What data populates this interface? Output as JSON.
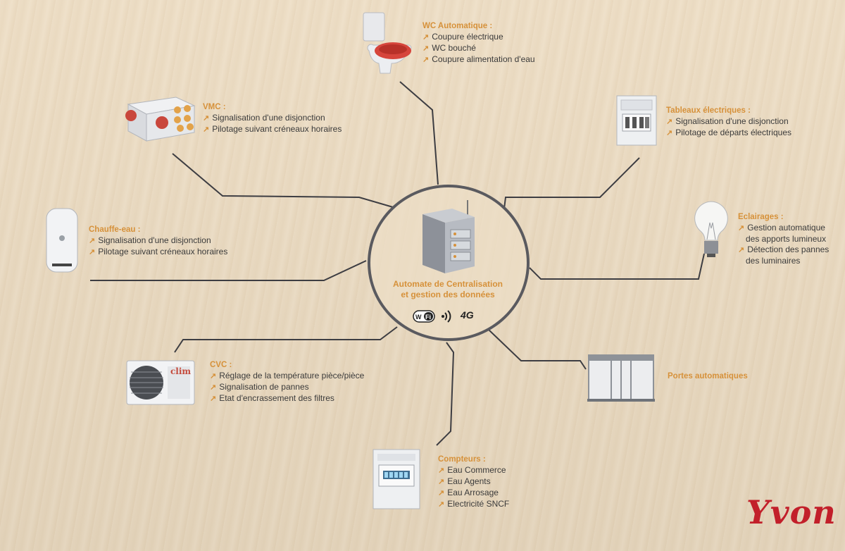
{
  "hub": {
    "title_line1": "Automate de Centralisation",
    "title_line2": "et gestion des données",
    "network_label": "4G"
  },
  "wc": {
    "title": "WC Automatique :",
    "items": [
      "Coupure électrique",
      "WC bouché",
      "Coupure alimentation d'eau"
    ]
  },
  "vmc": {
    "title": "VMC :",
    "items": [
      "Signalisation d'une disjonction",
      "Pilotage suivant créneaux horaires"
    ]
  },
  "tableaux": {
    "title": "Tableaux électriques :",
    "items": [
      "Signalisation d'une disjonction",
      "Pilotage de départs électriques"
    ]
  },
  "chauffe_eau": {
    "title": "Chauffe-eau :",
    "items": [
      "Signalisation d'une disjonction",
      "Pilotage suivant créneaux horaires"
    ]
  },
  "eclairages": {
    "title": "Eclairages :",
    "items": [
      "Gestion automatique",
      "des apports lumineux",
      "Détection des pannes",
      "des luminaires"
    ]
  },
  "cvc": {
    "title": "CVC :",
    "items": [
      "Réglage de la température pièce/pièce",
      "Signalisation de pannes",
      "Etat d'encrassement des filtres"
    ],
    "unit_label": "clim"
  },
  "portes": {
    "title": "Portes automatiques"
  },
  "compteurs": {
    "title": "Compteurs :",
    "items": [
      "Eau Commerce",
      "Eau Agents",
      "Eau Arrosage",
      "Electricité SNCF"
    ]
  },
  "signature": "Yvon",
  "colors": {
    "accent": "#d6913a",
    "line": "#3d3d42",
    "text": "#3b3b3b",
    "signature": "#c21f2a"
  }
}
